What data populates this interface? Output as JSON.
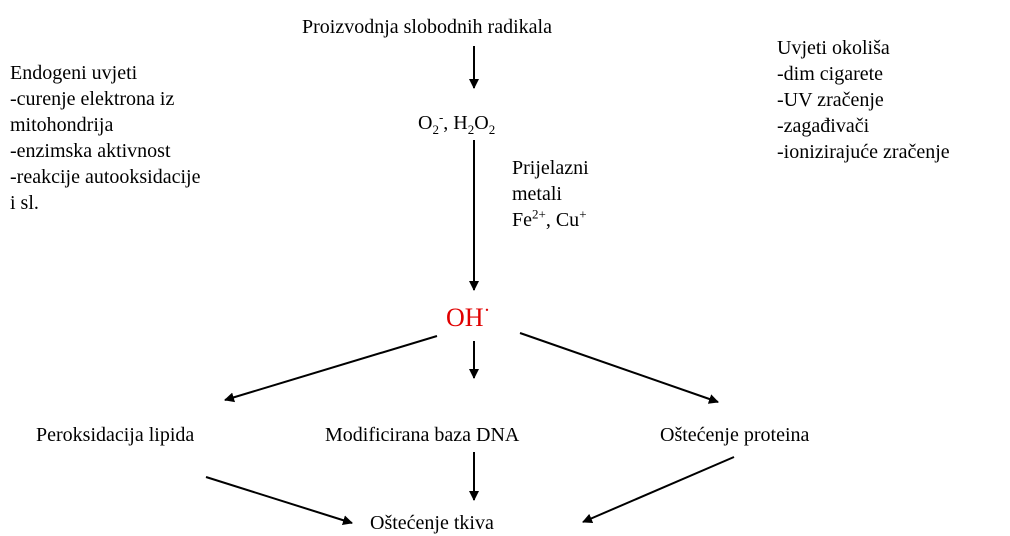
{
  "source": "Proizvodnja slobodnih radikala",
  "endogenous": {
    "title": "Endogeni uvjeti",
    "lines": [
      "-curenje elektrona iz",
      "mitohondrija",
      "-enzimska aktivnost",
      "-reakcije autooksidacije",
      "i sl."
    ]
  },
  "environment": {
    "title": "Uvjeti okoliša",
    "lines": [
      "-dim cigarete",
      "-UV zračenje",
      "-zagađivači",
      "-ionizirajuće zračenje"
    ]
  },
  "intermediate": {
    "o2": "O",
    "o2_sub": "2",
    "o2_sup": "-",
    "sep": ", H",
    "h2o2_sub1": "2",
    "h2o2_o": "O",
    "h2o2_sub2": "2"
  },
  "catalyst": {
    "line1": "Prijelazni",
    "line2": "metali",
    "fe": "Fe",
    "fe_sup": "2+",
    "sep": ", Cu",
    "cu_sup": "+"
  },
  "radical": {
    "label": "OH",
    "dot": "·",
    "color": "#e00000"
  },
  "effects": {
    "lipid": "Peroksidacija lipida",
    "dna": "Modificirana baza DNA",
    "protein": "Oštećenje proteina"
  },
  "outcome": "Oštećenje tkiva"
}
